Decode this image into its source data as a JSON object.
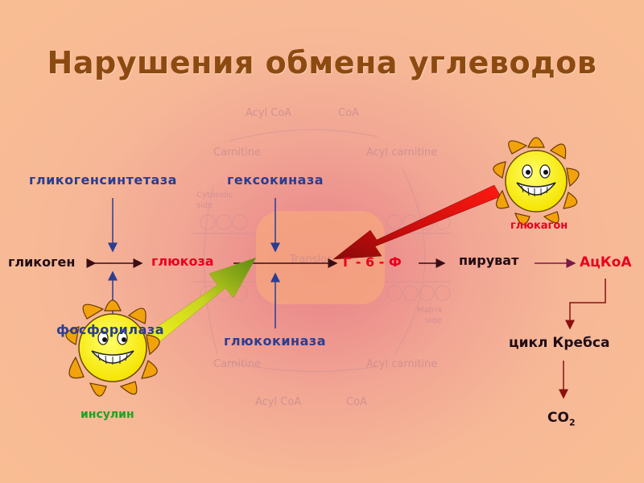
{
  "title": "Нарушения обмена углеводов",
  "enzymes": {
    "glycogen_synthase": "гликогенсинтетаза",
    "hexokinase": "гексокиназа",
    "phosphorylase": "фосфорилаза",
    "glucokinase": "глюкокиназа"
  },
  "metabolites": {
    "glycogen": "гликоген",
    "glucose": "глюкоза",
    "g6p": "Г - 6 - Ф",
    "pyruvate": "пируват",
    "acetyl_coa": "АцКоА",
    "krebs_cycle": "цикл Кребса",
    "co2": "СО",
    "co2_sub": "2"
  },
  "hormones": {
    "glucagon": "глюкагон",
    "insulin": "инсулин"
  },
  "background_labels": {
    "acyl_coa": "Acyl CoA",
    "coa": "CoA",
    "carnitine": "Carnitine",
    "acyl_carnitine": "Acyl carnitine",
    "cytosolic_side": [
      "Cytosolic",
      "side"
    ],
    "matrix_side": [
      "Matrix",
      "side"
    ],
    "translocase": "Transloc"
  },
  "icons": [
    "glucagon-sun-icon",
    "insulin-sun-icon"
  ],
  "colors": {
    "title": "#8c4a10",
    "enzyme": "#2a3d92",
    "highlight": "#e8001e",
    "insulin": "#21a121"
  }
}
